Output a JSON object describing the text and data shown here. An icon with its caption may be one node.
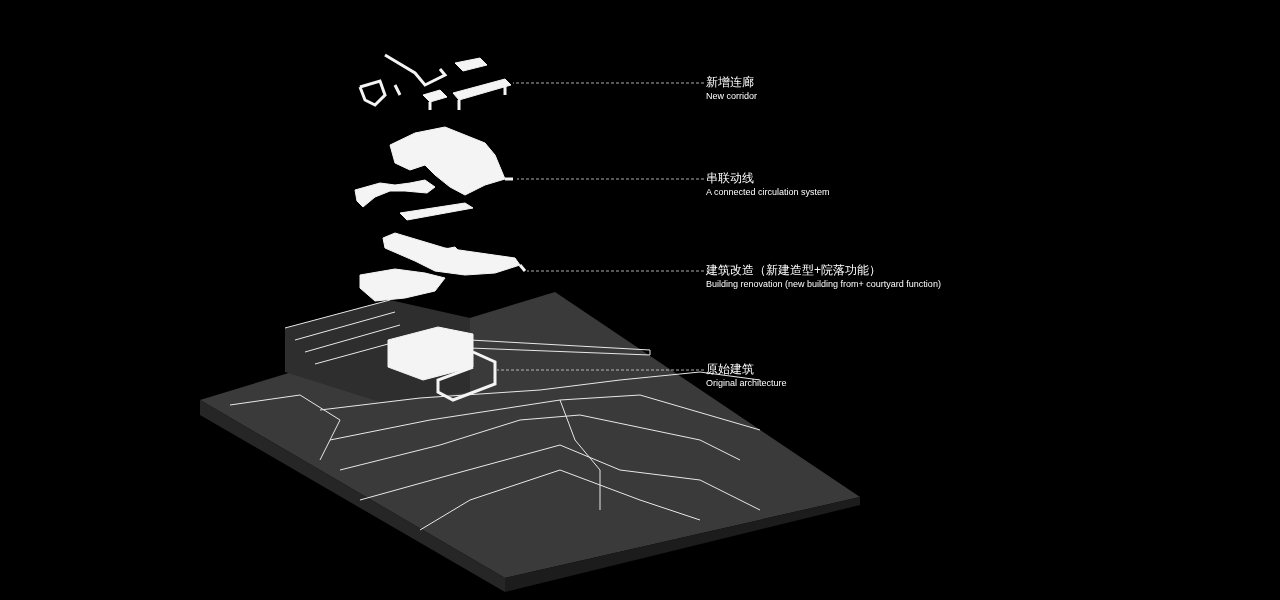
{
  "diagram": {
    "nodes": [
      {
        "text": [],
        "shape": "picture"
      },
      {
        "text": [],
        "shape": "picture"
      },
      {
        "text": [],
        "shape": "picture"
      },
      {
        "text": [],
        "shape": "picture"
      },
      {
        "text": [
          "新增连廊",
          "New corridor"
        ]
      },
      {
        "text": [
          "串联动线",
          "A connected circulation system"
        ]
      },
      {
        "text": [
          "建筑改造（新建造型+院落功能）",
          "Building renovation (new building from+ courtyard function)"
        ]
      },
      {
        "text": [
          "原始建筑",
          "Original architecture"
        ]
      }
    ],
    "edges": [
      {
        "from": 4,
        "to": 0,
        "arrow": "none",
        "style": "dashed"
      },
      {
        "from": 5,
        "to": 1,
        "arrow": "none",
        "style": "dashed"
      },
      {
        "from": 6,
        "to": 2,
        "arrow": "none",
        "style": "dashed"
      },
      {
        "from": 7,
        "to": 3,
        "arrow": "none",
        "style": "dashed"
      }
    ]
  }
}
